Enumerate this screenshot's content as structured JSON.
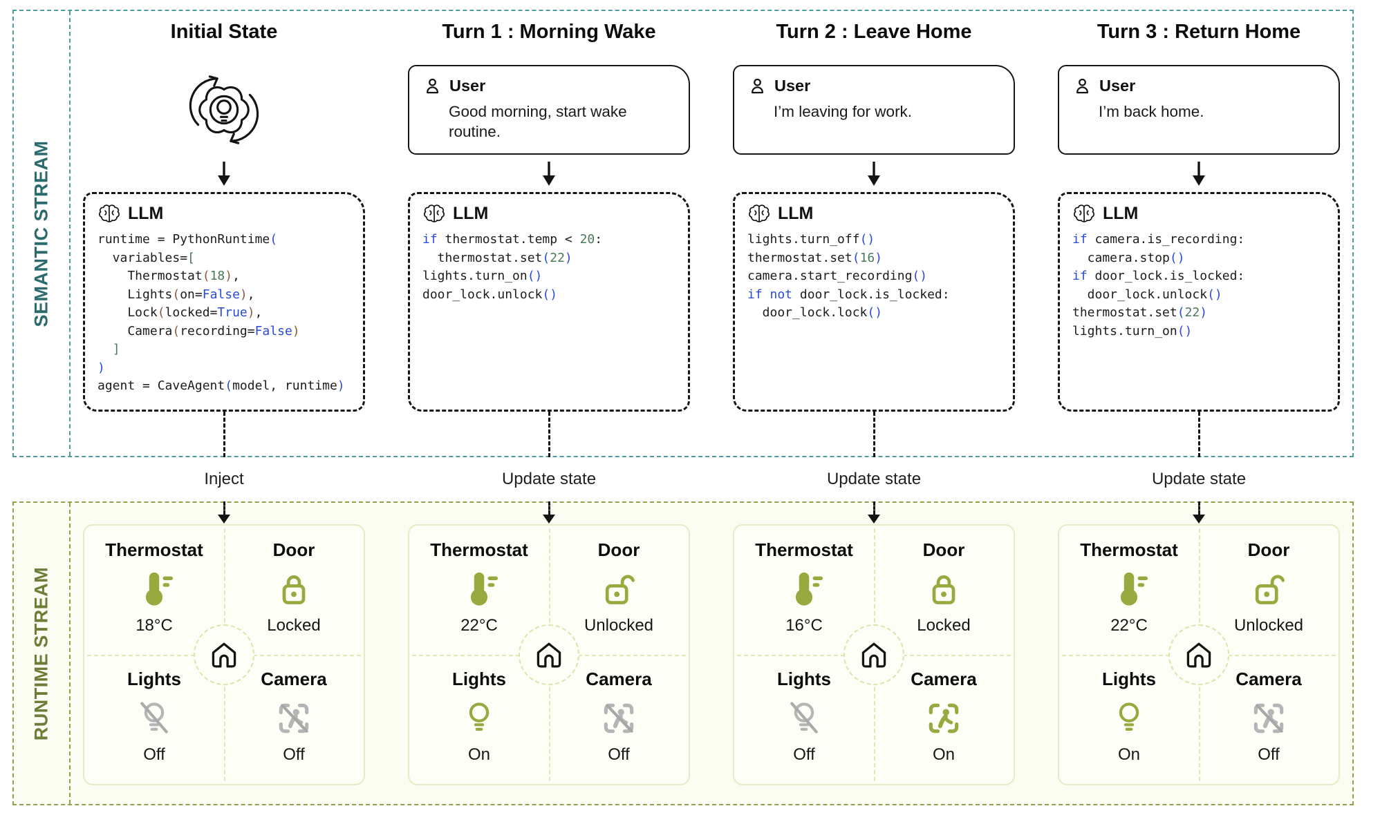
{
  "semantic_stream": {
    "label": "SEMANTIC STREAM"
  },
  "runtime_stream": {
    "label": "RUNTIME STREAM"
  },
  "shared": {
    "llm_label": "LLM",
    "user_label": "User",
    "device_labels": {
      "thermostat": "Thermostat",
      "door": "Door",
      "lights": "Lights",
      "camera": "Camera"
    }
  },
  "colors": {
    "semantic_border": "#4e9b9d",
    "semantic_label": "#2b6b6d",
    "runtime_border": "#90a04e",
    "runtime_label": "#6d7c36",
    "device_icon_active": "#97a93f",
    "device_icon_inactive": "#b5b5b5",
    "code_plain": "#1c1c1c",
    "code_keyword_blue": "#2a49d8",
    "code_number_green": "#48795a",
    "code_paren_brown": "#8a5a40"
  },
  "columns": [
    {
      "title": "Initial State",
      "source_kind": "system",
      "user_message": null,
      "connector_label": "Inject",
      "code": [
        [
          [
            "p",
            "runtime = PythonRuntime"
          ],
          [
            "b",
            "("
          ]
        ],
        [
          [
            "p",
            "  variables="
          ],
          [
            "g",
            "["
          ]
        ],
        [
          [
            "p",
            "    Thermostat"
          ],
          [
            "r",
            "("
          ],
          [
            "g",
            "18"
          ],
          [
            "r",
            ")"
          ],
          [
            "p",
            ","
          ]
        ],
        [
          [
            "p",
            "    Lights"
          ],
          [
            "r",
            "("
          ],
          [
            "p",
            "on="
          ],
          [
            "b",
            "False"
          ],
          [
            "r",
            ")"
          ],
          [
            "p",
            ","
          ]
        ],
        [
          [
            "p",
            "    Lock"
          ],
          [
            "r",
            "("
          ],
          [
            "p",
            "locked="
          ],
          [
            "b",
            "True"
          ],
          [
            "r",
            ")"
          ],
          [
            "p",
            ","
          ]
        ],
        [
          [
            "p",
            "    Camera"
          ],
          [
            "r",
            "("
          ],
          [
            "p",
            "recording="
          ],
          [
            "b",
            "False"
          ],
          [
            "r",
            ")"
          ]
        ],
        [
          [
            "p",
            "  "
          ],
          [
            "g",
            "]"
          ]
        ],
        [
          [
            "b",
            ")"
          ]
        ],
        [
          [
            "p",
            "agent = CaveAgent"
          ],
          [
            "b",
            "("
          ],
          [
            "p",
            "model, runtime"
          ],
          [
            "b",
            ")"
          ]
        ]
      ],
      "state": {
        "thermostat_value": "18°C",
        "door_value": "Locked",
        "door_locked": true,
        "lights_value": "Off",
        "lights_on": false,
        "camera_value": "Off",
        "camera_on": false
      }
    },
    {
      "title": "Turn 1 : Morning Wake",
      "source_kind": "user",
      "user_message": "Good morning, start wake routine.",
      "connector_label": "Update state",
      "code": [
        [
          [
            "b",
            "if"
          ],
          [
            "p",
            " thermostat.temp < "
          ],
          [
            "g",
            "20"
          ],
          [
            "p",
            ":"
          ]
        ],
        [
          [
            "p",
            "  thermostat.set"
          ],
          [
            "b",
            "("
          ],
          [
            "g",
            "22"
          ],
          [
            "b",
            ")"
          ]
        ],
        [
          [
            "p",
            "lights.turn_on"
          ],
          [
            "b",
            "()"
          ]
        ],
        [
          [
            "p",
            "door_lock.unlock"
          ],
          [
            "b",
            "()"
          ]
        ]
      ],
      "state": {
        "thermostat_value": "22°C",
        "door_value": "Unlocked",
        "door_locked": false,
        "lights_value": "On",
        "lights_on": true,
        "camera_value": "Off",
        "camera_on": false
      }
    },
    {
      "title": "Turn 2 : Leave Home",
      "source_kind": "user",
      "user_message": "I’m leaving for work.",
      "connector_label": "Update state",
      "code": [
        [
          [
            "p",
            "lights.turn_off"
          ],
          [
            "b",
            "()"
          ]
        ],
        [
          [
            "p",
            "thermostat.set"
          ],
          [
            "b",
            "("
          ],
          [
            "g",
            "16"
          ],
          [
            "b",
            ")"
          ]
        ],
        [
          [
            "p",
            "camera.start_recording"
          ],
          [
            "b",
            "()"
          ]
        ],
        [
          [
            "b",
            "if not"
          ],
          [
            "p",
            " door_lock.is_locked:"
          ]
        ],
        [
          [
            "p",
            "  door_lock.lock"
          ],
          [
            "b",
            "()"
          ]
        ]
      ],
      "state": {
        "thermostat_value": "16°C",
        "door_value": "Locked",
        "door_locked": true,
        "lights_value": "Off",
        "lights_on": false,
        "camera_value": "On",
        "camera_on": true
      }
    },
    {
      "title": "Turn 3 : Return Home",
      "source_kind": "user",
      "user_message": "I’m back home.",
      "connector_label": "Update state",
      "code": [
        [
          [
            "b",
            "if"
          ],
          [
            "p",
            " camera.is_recording:"
          ]
        ],
        [
          [
            "p",
            "  camera.stop"
          ],
          [
            "b",
            "()"
          ]
        ],
        [
          [
            "b",
            "if"
          ],
          [
            "p",
            " door_lock.is_locked:"
          ]
        ],
        [
          [
            "p",
            "  door_lock.unlock"
          ],
          [
            "b",
            "()"
          ]
        ],
        [
          [
            "p",
            "thermostat.set"
          ],
          [
            "b",
            "("
          ],
          [
            "g",
            "22"
          ],
          [
            "b",
            ")"
          ]
        ],
        [
          [
            "p",
            "lights.turn_on"
          ],
          [
            "b",
            "()"
          ]
        ]
      ],
      "state": {
        "thermostat_value": "22°C",
        "door_value": "Unlocked",
        "door_locked": false,
        "lights_value": "On",
        "lights_on": true,
        "camera_value": "Off",
        "camera_on": false
      }
    }
  ]
}
